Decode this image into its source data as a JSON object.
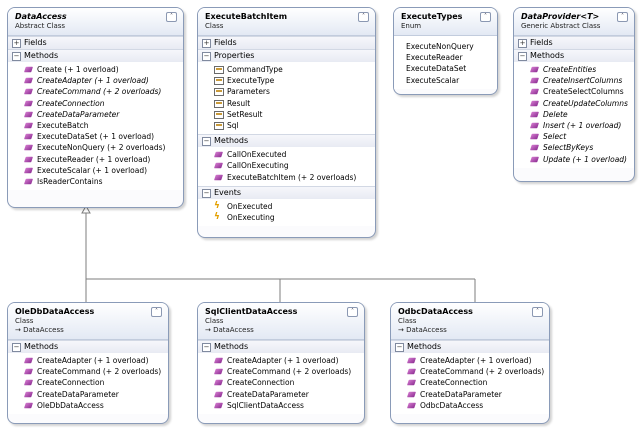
{
  "classes": [
    {
      "id": "dataaccess",
      "name": "DataAccess",
      "italic_title": true,
      "stereotype": "Abstract Class",
      "base": "",
      "collapse_icon": "double-chevron-up-icon",
      "sections": [
        {
          "label": "Fields",
          "expanded": false,
          "items": []
        },
        {
          "label": "Methods",
          "expanded": true,
          "items": [
            {
              "text": "Create (+ 1 overload)",
              "icon": "method",
              "italic": false
            },
            {
              "text": "CreateAdapter (+ 1 overload)",
              "icon": "method",
              "italic": true
            },
            {
              "text": "CreateCommand (+ 2 overloads)",
              "icon": "method",
              "italic": true
            },
            {
              "text": "CreateConnection",
              "icon": "method",
              "italic": true
            },
            {
              "text": "CreateDataParameter",
              "icon": "method",
              "italic": true
            },
            {
              "text": "ExecuteBatch",
              "icon": "method",
              "italic": false
            },
            {
              "text": "ExecuteDataSet (+ 1 overload)",
              "icon": "method",
              "italic": false
            },
            {
              "text": "ExecuteNonQuery (+ 2 overloads)",
              "icon": "method",
              "italic": false
            },
            {
              "text": "ExecuteReader (+ 1 overload)",
              "icon": "method",
              "italic": false
            },
            {
              "text": "ExecuteScalar (+ 1 overload)",
              "icon": "method",
              "italic": false
            },
            {
              "text": "IsReaderContains",
              "icon": "method",
              "italic": false
            }
          ]
        }
      ]
    },
    {
      "id": "executebatchitem",
      "name": "ExecuteBatchItem",
      "italic_title": false,
      "stereotype": "Class",
      "base": "",
      "collapse_icon": "double-chevron-up-icon",
      "sections": [
        {
          "label": "Fields",
          "expanded": false,
          "items": []
        },
        {
          "label": "Properties",
          "expanded": true,
          "items": [
            {
              "text": "CommandType",
              "icon": "property",
              "italic": false
            },
            {
              "text": "ExecuteType",
              "icon": "property",
              "italic": false
            },
            {
              "text": "Parameters",
              "icon": "property",
              "italic": false
            },
            {
              "text": "Result",
              "icon": "property",
              "italic": false
            },
            {
              "text": "SetResult",
              "icon": "property",
              "italic": false
            },
            {
              "text": "Sql",
              "icon": "property",
              "italic": false
            }
          ]
        },
        {
          "label": "Methods",
          "expanded": true,
          "items": [
            {
              "text": "CallOnExecuted",
              "icon": "method",
              "italic": false
            },
            {
              "text": "CallOnExecuting",
              "icon": "method",
              "italic": false
            },
            {
              "text": "ExecuteBatchItem (+ 2 overloads)",
              "icon": "method",
              "italic": false
            }
          ]
        },
        {
          "label": "Events",
          "expanded": true,
          "items": [
            {
              "text": "OnExecuted",
              "icon": "event",
              "italic": false
            },
            {
              "text": "OnExecuting",
              "icon": "event",
              "italic": false
            }
          ]
        }
      ]
    },
    {
      "id": "executetypes",
      "name": "ExecuteTypes",
      "italic_title": false,
      "stereotype": "Enum",
      "base": "",
      "collapse_icon": "double-chevron-up-icon",
      "sections": [
        {
          "label": "",
          "expanded": true,
          "items": [
            {
              "text": "ExecuteNonQuery",
              "icon": "none",
              "italic": false
            },
            {
              "text": "ExecuteReader",
              "icon": "none",
              "italic": false
            },
            {
              "text": "ExecuteDataSet",
              "icon": "none",
              "italic": false
            },
            {
              "text": "ExecuteScalar",
              "icon": "none",
              "italic": false
            }
          ]
        }
      ]
    },
    {
      "id": "dataprovider",
      "name": "DataProvider<T>",
      "italic_title": true,
      "stereotype": "Generic Abstract Class",
      "base": "",
      "collapse_icon": "double-chevron-up-icon",
      "sections": [
        {
          "label": "Fields",
          "expanded": false,
          "items": []
        },
        {
          "label": "Methods",
          "expanded": true,
          "items": [
            {
              "text": "CreateEntities",
              "icon": "method",
              "italic": true
            },
            {
              "text": "CreateInsertColumns",
              "icon": "method",
              "italic": true
            },
            {
              "text": "CreateSelectColumns",
              "icon": "method",
              "italic": false
            },
            {
              "text": "CreateUpdateColumns",
              "icon": "method",
              "italic": true
            },
            {
              "text": "Delete",
              "icon": "method",
              "italic": true
            },
            {
              "text": "Insert (+ 1 overload)",
              "icon": "method",
              "italic": true
            },
            {
              "text": "Select",
              "icon": "method",
              "italic": true
            },
            {
              "text": "SelectByKeys",
              "icon": "method",
              "italic": true
            },
            {
              "text": "Update (+ 1 overload)",
              "icon": "method",
              "italic": true
            }
          ]
        }
      ]
    },
    {
      "id": "oledbdataaccess",
      "name": "OleDbDataAccess",
      "italic_title": false,
      "stereotype": "Class",
      "base": "→ DataAccess",
      "collapse_icon": "double-chevron-up-icon",
      "sections": [
        {
          "label": "Methods",
          "expanded": true,
          "items": [
            {
              "text": "CreateAdapter (+ 1 overload)",
              "icon": "method",
              "italic": false
            },
            {
              "text": "CreateCommand (+ 2 overloads)",
              "icon": "method",
              "italic": false
            },
            {
              "text": "CreateConnection",
              "icon": "method",
              "italic": false
            },
            {
              "text": "CreateDataParameter",
              "icon": "method",
              "italic": false
            },
            {
              "text": "OleDbDataAccess",
              "icon": "method",
              "italic": false
            }
          ]
        }
      ]
    },
    {
      "id": "sqlclientdataaccess",
      "name": "SqlClientDataAccess",
      "italic_title": false,
      "stereotype": "Class",
      "base": "→ DataAccess",
      "collapse_icon": "double-chevron-up-icon",
      "sections": [
        {
          "label": "Methods",
          "expanded": true,
          "items": [
            {
              "text": "CreateAdapter (+ 1 overload)",
              "icon": "method",
              "italic": false
            },
            {
              "text": "CreateCommand (+ 2 overloads)",
              "icon": "method",
              "italic": false
            },
            {
              "text": "CreateConnection",
              "icon": "method",
              "italic": false
            },
            {
              "text": "CreateDataParameter",
              "icon": "method",
              "italic": false
            },
            {
              "text": "SqlClientDataAccess",
              "icon": "method",
              "italic": false
            }
          ]
        }
      ]
    },
    {
      "id": "odbcdataaccess",
      "name": "OdbcDataAccess",
      "italic_title": false,
      "stereotype": "Class",
      "base": "→ DataAccess",
      "collapse_icon": "double-chevron-up-icon",
      "sections": [
        {
          "label": "Methods",
          "expanded": true,
          "items": [
            {
              "text": "CreateAdapter (+ 1 overload)",
              "icon": "method",
              "italic": false
            },
            {
              "text": "CreateCommand (+ 2 overloads)",
              "icon": "method",
              "italic": false
            },
            {
              "text": "CreateConnection",
              "icon": "method",
              "italic": false
            },
            {
              "text": "CreateDataParameter",
              "icon": "method",
              "italic": false
            },
            {
              "text": "OdbcDataAccess",
              "icon": "method",
              "italic": false
            }
          ]
        }
      ]
    }
  ],
  "relations": [
    {
      "type": "inheritance",
      "from": "oledbdataaccess",
      "to": "dataaccess"
    },
    {
      "type": "inheritance",
      "from": "sqlclientdataaccess",
      "to": "dataaccess"
    },
    {
      "type": "inheritance",
      "from": "odbcdataaccess",
      "to": "dataaccess"
    }
  ],
  "colors": {
    "border": "#8a9bb8",
    "connector": "#7d7d7d",
    "method_icon": "#b24fb3",
    "event_icon": "#e3a000"
  }
}
